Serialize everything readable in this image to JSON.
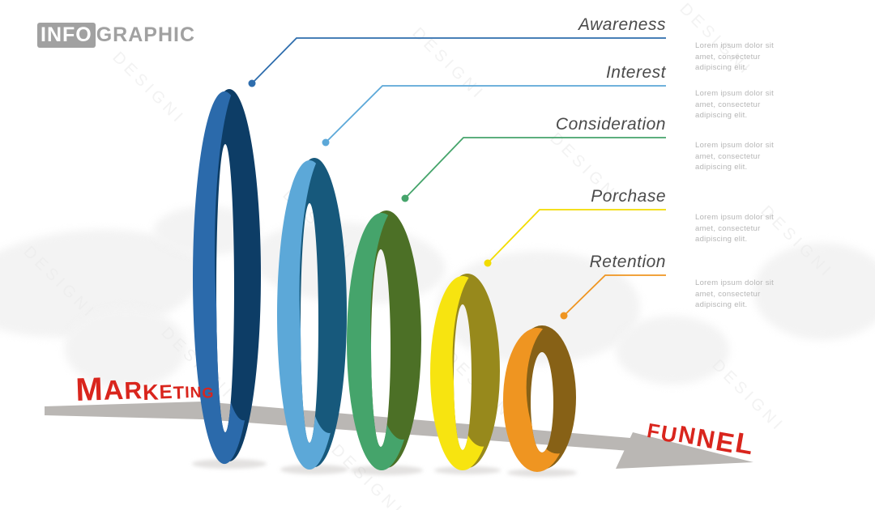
{
  "logo": {
    "prefix": "INFO",
    "suffix": "GRAPHIC"
  },
  "stages": [
    {
      "label": "Awareness",
      "description": "Lorem ipsum dolor sit amet, consectetur adipiscing elit.",
      "ring_light": "#2b6aab",
      "ring_dark": "#0d3d66",
      "line_color": "#2e6dad"
    },
    {
      "label": "Interest",
      "description": "Lorem ipsum dolor sit amet, consectetur adipiscing elit.",
      "ring_light": "#5ca8d8",
      "ring_dark": "#17597c",
      "line_color": "#5ca8d8"
    },
    {
      "label": "Consideration",
      "description": "Lorem ipsum dolor sit amet, consectetur adipiscing elit.",
      "ring_light": "#45a46b",
      "ring_dark": "#4c7026",
      "line_color": "#45a46b"
    },
    {
      "label": "Porchase",
      "description": "Lorem ipsum dolor sit amet, consectetur adipiscing elit.",
      "ring_light": "#f7e410",
      "ring_dark": "#97891c",
      "line_color": "#f2dc00"
    },
    {
      "label": "Retention",
      "description": "Lorem ipsum dolor sit amet, consectetur adipiscing elit.",
      "ring_light": "#ef9521",
      "ring_dark": "#876116",
      "line_color": "#ef9521"
    }
  ],
  "arrow": {
    "label_left": "MARKETING",
    "label_right": "FUNNEL",
    "text_color": "#d9251d",
    "arrow_color": "#bab7b4"
  },
  "watermark": {
    "text": "DESIGNI"
  }
}
